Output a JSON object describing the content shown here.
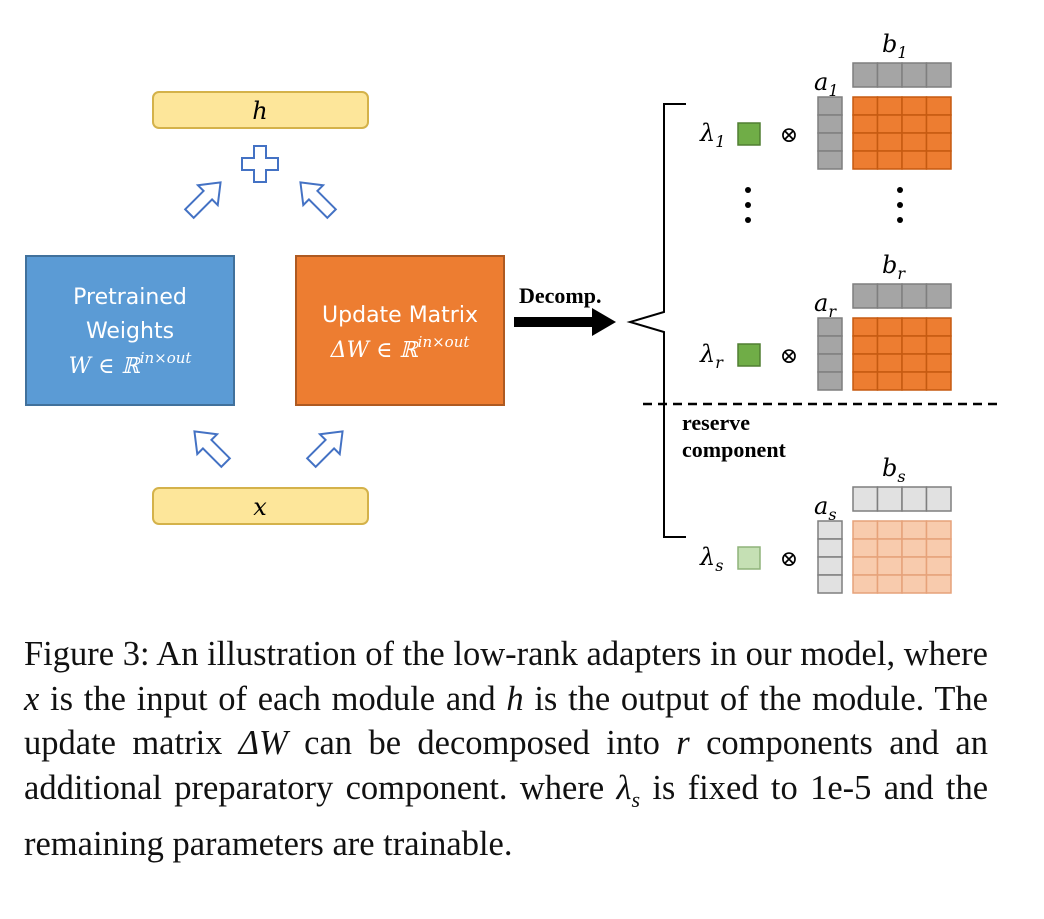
{
  "nodes": {
    "output": {
      "label": "h"
    },
    "input": {
      "label": "x"
    },
    "pretrained": {
      "line1": "Pretrained",
      "line2": "Weights",
      "formula": "W ∈ ℝ",
      "sup": "in×out"
    },
    "update": {
      "line1": "Update Matrix",
      "formula": "ΔW ∈ ℝ",
      "sup": "in×out"
    }
  },
  "decomp_label": "Decomp.",
  "reserve_label": {
    "line1": "reserve",
    "line2": "component"
  },
  "components": [
    {
      "lambda": "λ",
      "lambda_sub": "1",
      "a": "a",
      "a_sub": "1",
      "b": "b",
      "b_sub": "1",
      "otimes": "⊗"
    },
    {
      "lambda": "λ",
      "lambda_sub": "r",
      "a": "a",
      "a_sub": "r",
      "b": "b",
      "b_sub": "r",
      "otimes": "⊗"
    },
    {
      "lambda": "λ",
      "lambda_sub": "s",
      "a": "a",
      "a_sub": "s",
      "b": "b",
      "b_sub": "s",
      "otimes": "⊗"
    }
  ],
  "colors": {
    "io_fill": "#fde69a",
    "io_stroke": "#d4b24a",
    "pretrained_fill": "#5b9bd5",
    "pretrained_stroke": "#41719c",
    "update_fill": "#ed7d31",
    "update_stroke": "#ae5a21",
    "arrow_stroke": "#4472c4",
    "lambda_fill": "#70ad47",
    "lambda_fill_light": "#c5e0b4",
    "vec_fill": "#a5a5a5",
    "vec_fill_light": "#e1e1e1",
    "mat_fill": "#ed7d31",
    "mat_fill_light": "#f8cbad"
  },
  "caption": {
    "p1": "Figure 3: An illustration of the low-rank adapters in our model, where ",
    "x": "x",
    "p2": " is the input of each module and ",
    "h": "h",
    "p3": " is the output of the module. The update matrix ",
    "dw": "ΔW",
    "p4": " can be decomposed into ",
    "r": "r",
    "p5": " components and an additional preparatory component. where ",
    "lam": "λ",
    "lam_sub": "s",
    "p6": " is fixed to 1e-5 and the remaining parameters are trainable."
  }
}
